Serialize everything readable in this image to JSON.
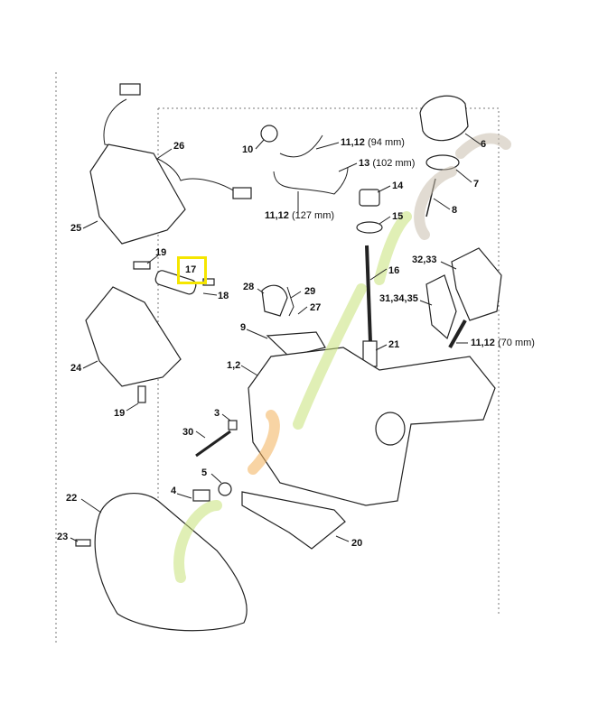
{
  "highlighted_part": "17",
  "highlight_color": "#f5e600",
  "watermark_colors": [
    "#c8e27a",
    "#f3b15a",
    "#c9bfae"
  ],
  "labels": {
    "p26": "26",
    "p25": "25",
    "p19a": "19",
    "p17": "17",
    "p18": "18",
    "p24": "24",
    "p19b": "19",
    "p10": "10",
    "p1112a": "11,12",
    "p1112a_mm": "(94 mm)",
    "p13": "13",
    "p13_mm": "(102 mm)",
    "p1112b": "11,12",
    "p1112b_mm": "(127 mm)",
    "p14": "14",
    "p15": "15",
    "p16": "16",
    "p6": "6",
    "p7": "7",
    "p8": "8",
    "p3233": "32,33",
    "p313435": "31,34,35",
    "p1112c": "11,12",
    "p1112c_mm": "(70 mm)",
    "p28": "28",
    "p29": "29",
    "p27": "27",
    "p9": "9",
    "p21": "21",
    "p12": "1,2",
    "p3": "3",
    "p30": "30",
    "p5": "5",
    "p4": "4",
    "p22": "22",
    "p23": "23",
    "p20": "20"
  }
}
